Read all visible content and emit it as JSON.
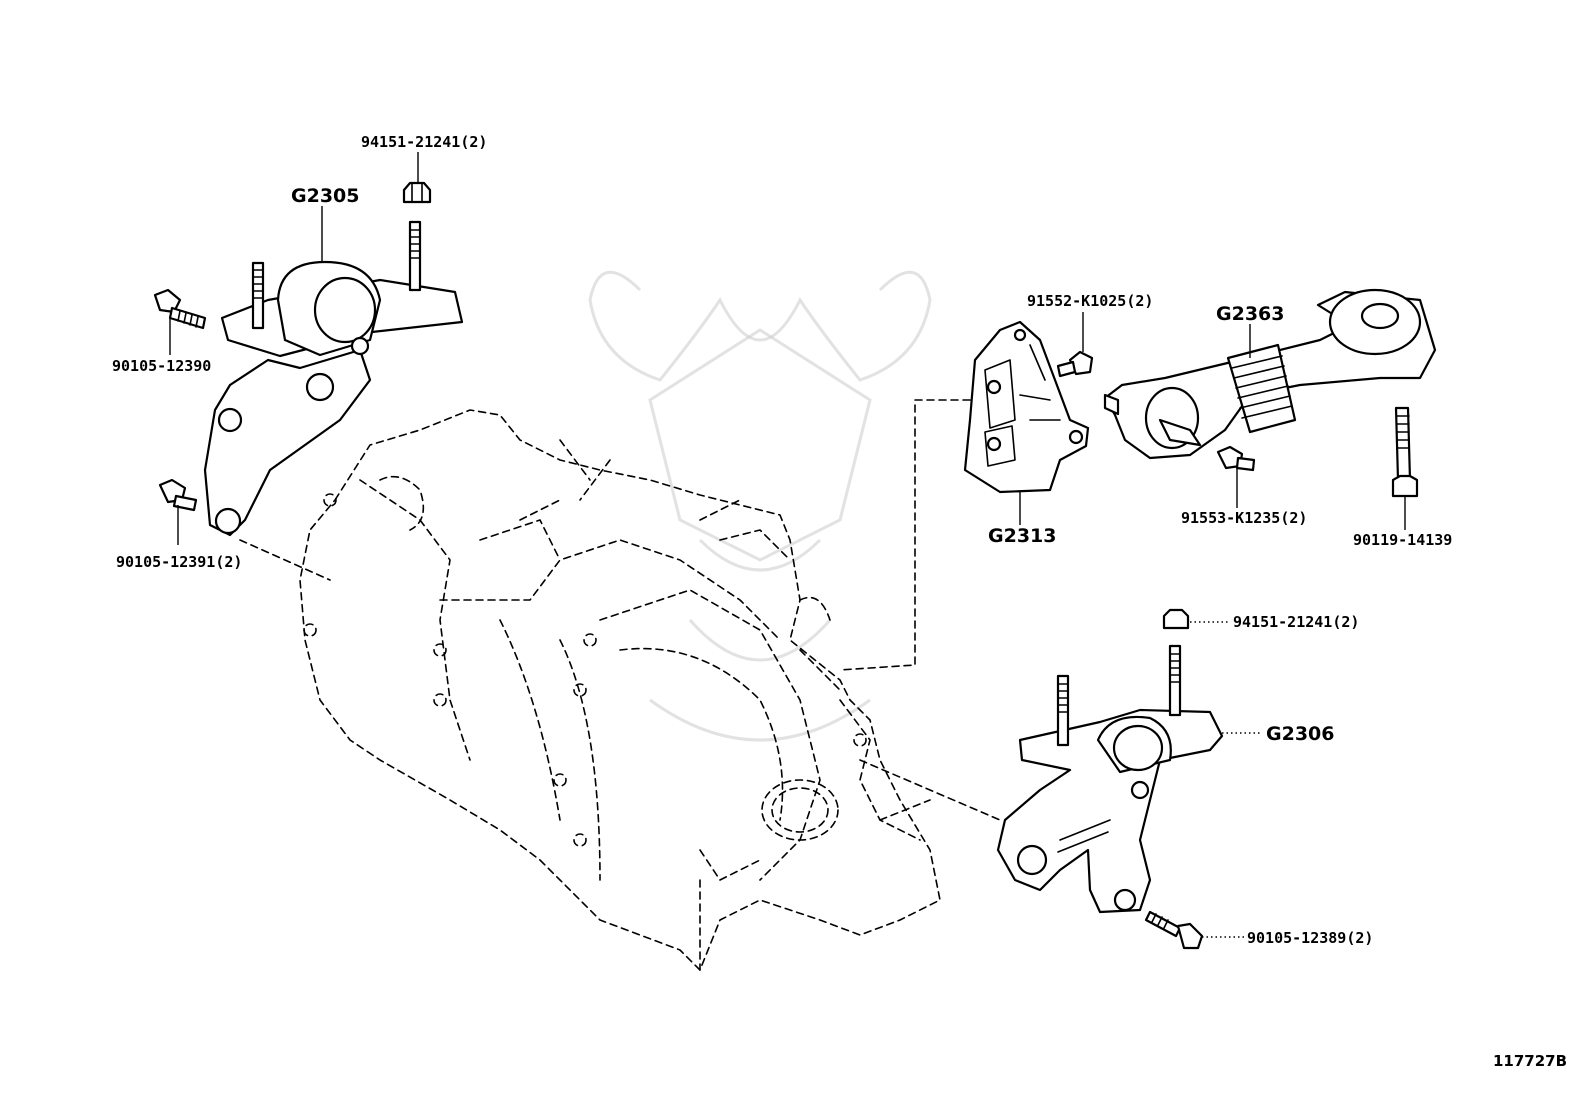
{
  "labels": {
    "g2305": "G2305",
    "g2313": "G2313",
    "g2363": "G2363",
    "g2306": "G2306",
    "p94151_top": "94151-21241(2)",
    "p90105_12390": "90105-12390",
    "p90105_12391": "90105-12391(2)",
    "p91552": "91552-K1025(2)",
    "p91553": "91553-K1235(2)",
    "p90119": "90119-14139",
    "p94151_right": "94151-21241(2)",
    "p90105_12389": "90105-12389(2)"
  },
  "diagram_ref": "117727B",
  "colors": {
    "line": "#000000",
    "background": "#ffffff",
    "watermark": "#cfcfcf"
  }
}
